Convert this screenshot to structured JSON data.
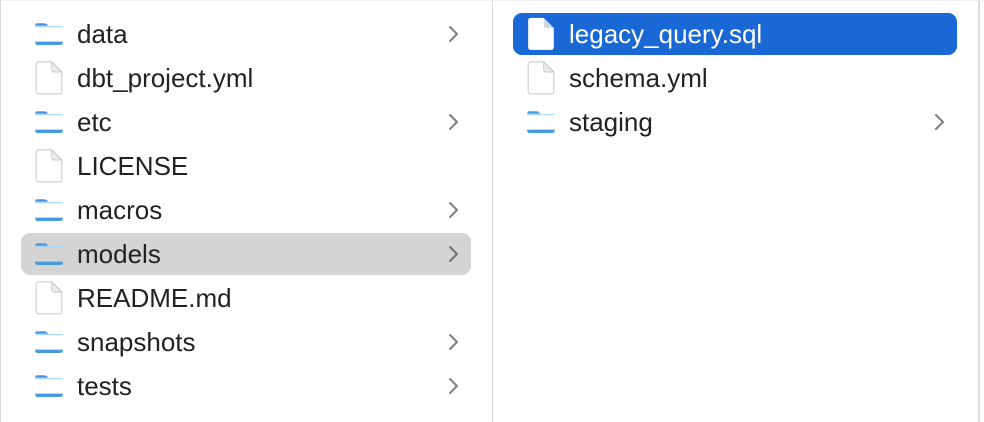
{
  "window": {
    "view_mode": "column-view"
  },
  "colors": {
    "selection_blue": "#1968d5",
    "selection_gray": "#d4d4d4",
    "text": "#222222",
    "text_selected": "#ffffff",
    "divider": "#d9d9d9",
    "chevron": "#7e7e7e",
    "background": "#ffffff"
  },
  "icons": {
    "folder": "folder-icon",
    "file": "document-icon",
    "chevron": "chevron-right-icon"
  },
  "columns": [
    {
      "name": "column-1",
      "items": [
        {
          "label": "data",
          "type": "folder",
          "chevron": true,
          "selected": false
        },
        {
          "label": "dbt_project.yml",
          "type": "file",
          "chevron": false,
          "selected": false
        },
        {
          "label": "etc",
          "type": "folder",
          "chevron": true,
          "selected": false
        },
        {
          "label": "LICENSE",
          "type": "file",
          "chevron": false,
          "selected": false
        },
        {
          "label": "macros",
          "type": "folder",
          "chevron": true,
          "selected": false
        },
        {
          "label": "models",
          "type": "folder",
          "chevron": true,
          "selected": true,
          "selection_style": "inactive"
        },
        {
          "label": "README.md",
          "type": "file",
          "chevron": false,
          "selected": false
        },
        {
          "label": "snapshots",
          "type": "folder",
          "chevron": true,
          "selected": false
        },
        {
          "label": "tests",
          "type": "folder",
          "chevron": true,
          "selected": false
        }
      ]
    },
    {
      "name": "column-2",
      "items": [
        {
          "label": "legacy_query.sql",
          "type": "file",
          "chevron": false,
          "selected": true,
          "selection_style": "active"
        },
        {
          "label": "schema.yml",
          "type": "file",
          "chevron": false,
          "selected": false
        },
        {
          "label": "staging",
          "type": "folder",
          "chevron": true,
          "selected": false
        }
      ]
    }
  ]
}
